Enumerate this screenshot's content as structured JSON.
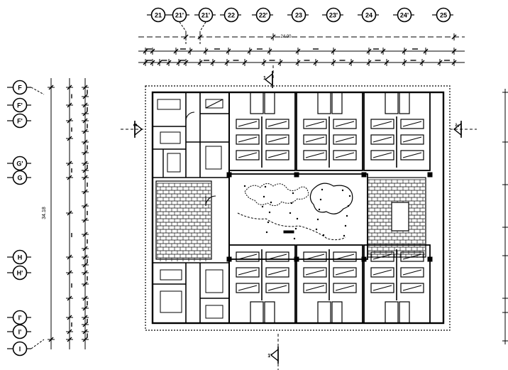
{
  "grid_top": [
    "21",
    "21'",
    "21'",
    "22",
    "22'",
    "23",
    "23'",
    "24",
    "24'",
    "25"
  ],
  "grid_left": [
    "F",
    "F'",
    "F'",
    "G'",
    "G",
    "H",
    "H'",
    "I'",
    "I'",
    "I"
  ],
  "overall_width": "24.00",
  "overall_height": "34.18",
  "section_marks": [
    "2",
    "2'",
    "1",
    "1'"
  ]
}
